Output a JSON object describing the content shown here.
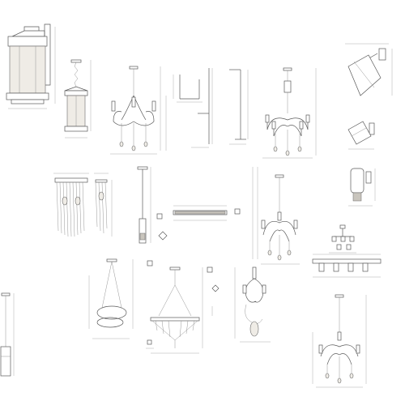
{
  "sheet": {
    "title": ""
  },
  "fixtures": [
    {
      "id": "f1",
      "name": "wall-lantern",
      "dimensions": [
        "",
        ""
      ]
    },
    {
      "id": "f2",
      "name": "pendant-lantern",
      "dimensions": [
        "",
        ""
      ]
    },
    {
      "id": "f3",
      "name": "chandelier-small",
      "dimensions": [
        "",
        "",
        ""
      ]
    },
    {
      "id": "f4",
      "name": "bracket-profile-a",
      "dimensions": [
        "",
        ""
      ]
    },
    {
      "id": "f5",
      "name": "bracket-profile-b",
      "dimensions": [
        "",
        ""
      ]
    },
    {
      "id": "f6",
      "name": "chandelier-candle",
      "dimensions": [
        "",
        "",
        ""
      ]
    },
    {
      "id": "f7",
      "name": "wall-spot-angled",
      "dimensions": [
        "",
        ""
      ]
    },
    {
      "id": "f8",
      "name": "wall-spot-cylinder",
      "dimensions": [
        "",
        ""
      ]
    },
    {
      "id": "f9",
      "name": "wall-spot-round",
      "dimensions": [
        "",
        ""
      ]
    },
    {
      "id": "f10",
      "name": "crystal-sconce",
      "dimensions": [
        "",
        ""
      ]
    },
    {
      "id": "f11",
      "name": "pendant-rod",
      "dimensions": [
        "",
        ""
      ]
    },
    {
      "id": "f12",
      "name": "linear-bar",
      "dimensions": [
        ""
      ]
    },
    {
      "id": "f13",
      "name": "tall-chandelier",
      "dimensions": [
        "",
        "",
        ""
      ]
    },
    {
      "id": "f14",
      "name": "branch-spots",
      "dimensions": [
        ""
      ]
    },
    {
      "id": "f15",
      "name": "ceiling-spot-bar",
      "dimensions": [
        "",
        ""
      ]
    },
    {
      "id": "f16",
      "name": "ring-pendant",
      "dimensions": [
        "",
        ""
      ]
    },
    {
      "id": "f17",
      "name": "crystal-fringe-pendant",
      "dimensions": [
        "",
        ""
      ]
    },
    {
      "id": "f18",
      "name": "ornate-sconce",
      "dimensions": [
        "",
        ""
      ]
    },
    {
      "id": "f19",
      "name": "cylinder-pendant",
      "dimensions": [
        ""
      ]
    },
    {
      "id": "f20",
      "name": "chandelier-pendant-drop",
      "dimensions": [
        "",
        "",
        ""
      ]
    },
    {
      "id": "f21",
      "name": "small-square-shade",
      "dimensions": [
        ""
      ]
    }
  ]
}
